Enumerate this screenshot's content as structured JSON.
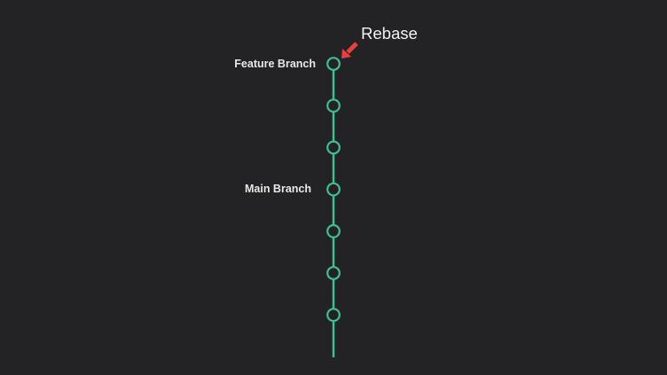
{
  "colors": {
    "background": "#232325",
    "line": "#3fbf8f",
    "arrow": "#e84040",
    "text": "#e8e8e8"
  },
  "labels": {
    "feature_branch": "Feature Branch",
    "main_branch": "Main Branch",
    "rebase": "Rebase"
  },
  "commits": {
    "count": 7
  },
  "icons": {
    "arrow": "arrow-pointing-down-left-icon"
  }
}
